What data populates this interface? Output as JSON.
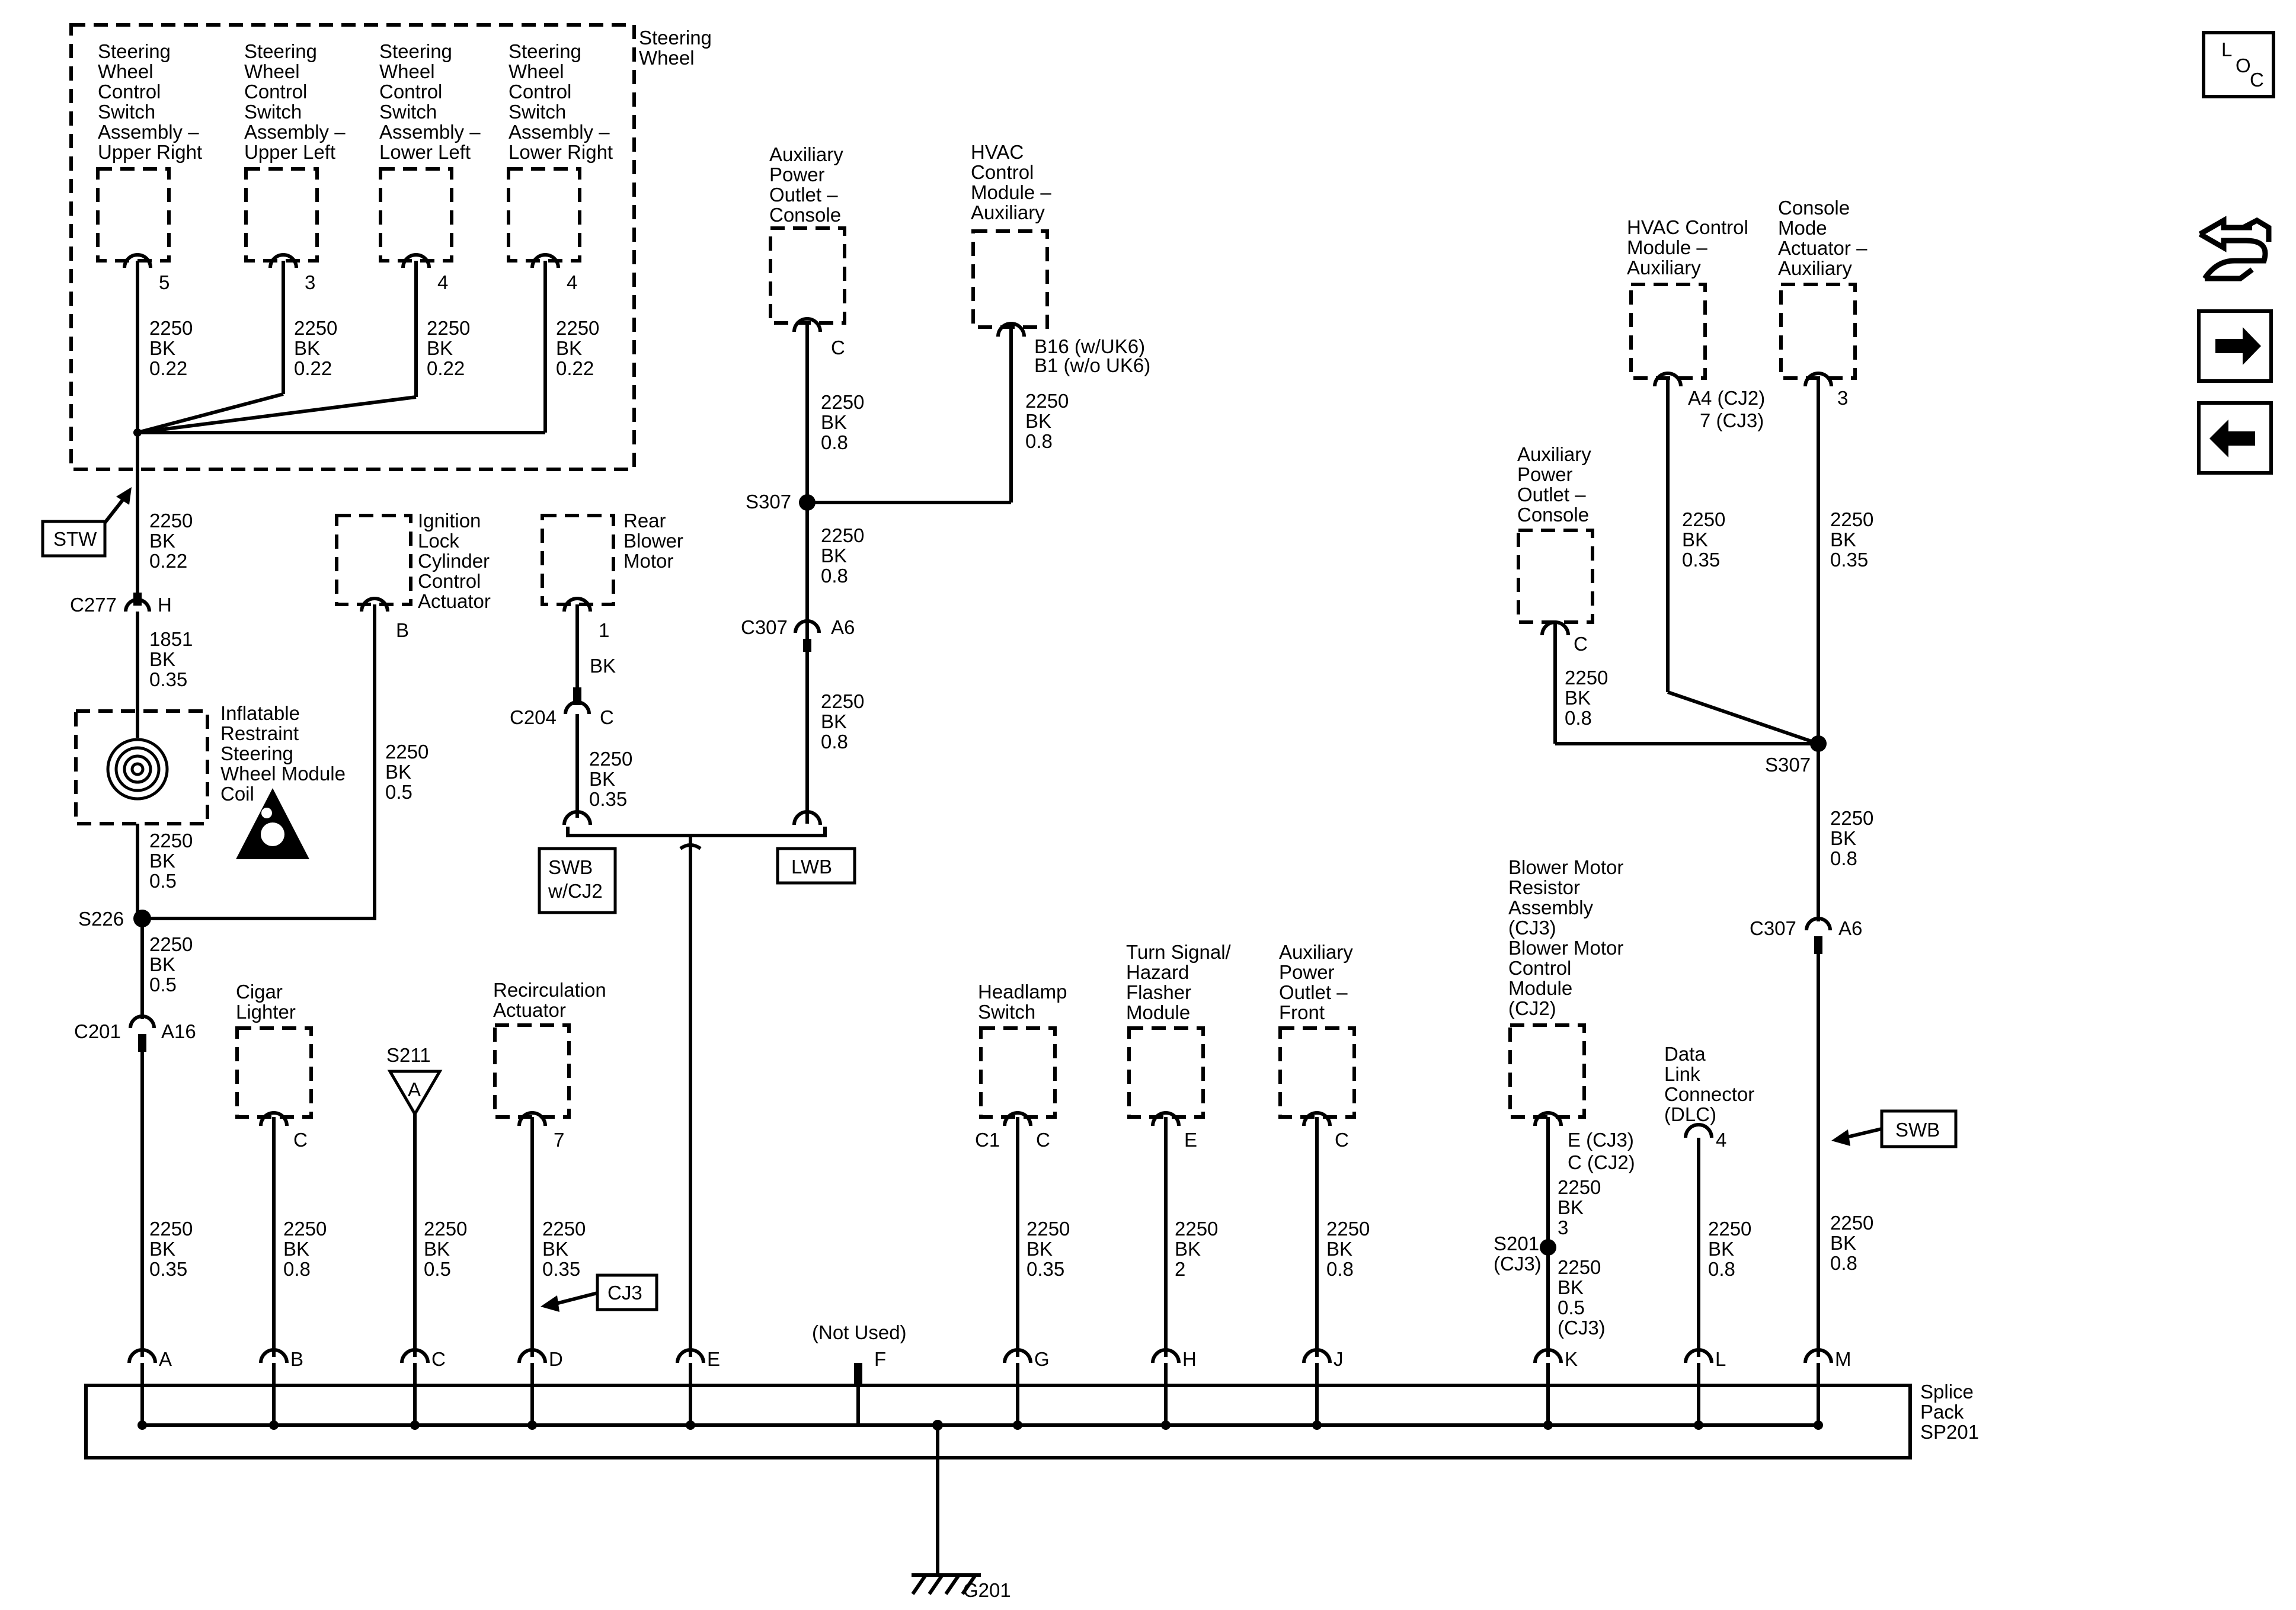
{
  "steering_wheel": {
    "label": [
      "Steering",
      "Wheel"
    ],
    "switches": [
      {
        "name": [
          "Steering",
          "Wheel",
          "Control",
          "Switch",
          "Assembly –",
          "Upper Right"
        ],
        "pin": "5"
      },
      {
        "name": [
          "Steering",
          "Wheel",
          "Control",
          "Switch",
          "Assembly –",
          "Upper Left"
        ],
        "pin": "3"
      },
      {
        "name": [
          "Steering",
          "Wheel",
          "Control",
          "Switch",
          "Assembly –",
          "Lower Left"
        ],
        "pin": "4"
      },
      {
        "name": [
          "Steering",
          "Wheel",
          "Control",
          "Switch",
          "Assembly –",
          "Lower Right"
        ],
        "pin": "4"
      }
    ],
    "switch_wire": [
      "2250",
      "BK",
      "0.22"
    ],
    "stw_tag": "STW"
  },
  "left_chain": {
    "wire_a": [
      "2250",
      "BK",
      "0.22"
    ],
    "c277": "C277",
    "c277_pin": "H",
    "wire_b": [
      "1851",
      "BK",
      "0.35"
    ],
    "airbag_coil": [
      "Inflatable",
      "Restraint",
      "Steering",
      "Wheel Module",
      "Coil"
    ],
    "wire_c": [
      "2250",
      "BK",
      "0.5"
    ],
    "s226": "S226",
    "wire_d": [
      "2250",
      "BK",
      "0.5"
    ],
    "c201": "C201",
    "c201_pin": "A16",
    "wire_e": [
      "2250",
      "BK",
      "0.35"
    ]
  },
  "ignition": {
    "name": [
      "Ignition",
      "Lock",
      "Cylinder",
      "Control",
      "Actuator"
    ],
    "pin": "B",
    "wire": [
      "2250",
      "BK",
      "0.5"
    ]
  },
  "rear_blower": {
    "name": [
      "Rear",
      "Blower",
      "Motor"
    ],
    "pin": "1",
    "wire_a": [
      "BK"
    ],
    "c204": "C204",
    "c204_pin": "C",
    "wire_b": [
      "2250",
      "BK",
      "0.35"
    ],
    "tag": [
      "SWB",
      "w/CJ2"
    ]
  },
  "aux_console_top": {
    "name": [
      "Auxiliary",
      "Power",
      "Outlet –",
      "Console"
    ],
    "pin": "C",
    "wire_a": [
      "2250",
      "BK",
      "0.8"
    ],
    "s307": "S307",
    "wire_b": [
      "2250",
      "BK",
      "0.8"
    ],
    "c307": "C307",
    "c307_pin": "A6",
    "wire_c": [
      "2250",
      "BK",
      "0.8"
    ],
    "tag": "LWB"
  },
  "hvac_top": {
    "name": [
      "HVAC",
      "Control",
      "Module –",
      "Auxiliary"
    ],
    "pins": [
      "B16 (w/UK6)",
      "B1 (w/o UK6)"
    ],
    "wire": [
      "2250",
      "BK",
      "0.8"
    ]
  },
  "right_group": {
    "hvac": {
      "name": [
        "HVAC Control",
        "Module –",
        "Auxiliary"
      ],
      "pins": [
        "A4 (CJ2)",
        "7 (CJ3)"
      ],
      "wire": [
        "2250",
        "BK",
        "0.35"
      ]
    },
    "console_mode": {
      "name": [
        "Console",
        "Mode",
        "Actuator –",
        "Auxiliary"
      ],
      "pin": "3",
      "wire": [
        "2250",
        "BK",
        "0.35"
      ]
    },
    "aux_console": {
      "name": [
        "Auxiliary",
        "Power",
        "Outlet –",
        "Console"
      ],
      "pin": "C",
      "wire": [
        "2250",
        "BK",
        "0.8"
      ]
    },
    "s307": "S307",
    "wire_a": [
      "2250",
      "BK",
      "0.8"
    ],
    "c307": "C307",
    "c307_pin": "A6",
    "wire_b": [
      "2250",
      "BK",
      "0.8"
    ],
    "swb_tag": "SWB"
  },
  "bottom": {
    "cigar": {
      "name": [
        "Cigar",
        "Lighter"
      ],
      "pin": "C",
      "wire": [
        "2250",
        "BK",
        "0.8"
      ]
    },
    "s211": {
      "name": "S211",
      "symbol": "A",
      "wire": [
        "2250",
        "BK",
        "0.5"
      ]
    },
    "recirc": {
      "name": [
        "Recirculation",
        "Actuator"
      ],
      "pin": "7",
      "wire": [
        "2250",
        "BK",
        "0.35"
      ],
      "tag": "CJ3"
    },
    "headlamp": {
      "name": [
        "Headlamp",
        "Switch"
      ],
      "conn": "C1",
      "pin": "C",
      "wire": [
        "2250",
        "BK",
        "0.35"
      ]
    },
    "turn": {
      "name": [
        "Turn Signal/",
        "Hazard",
        "Flasher",
        "Module"
      ],
      "pin": "E",
      "wire": [
        "2250",
        "BK",
        "2"
      ]
    },
    "aux_front": {
      "name": [
        "Auxiliary",
        "Power",
        "Outlet –",
        "Front"
      ],
      "pin": "C",
      "wire": [
        "2250",
        "BK",
        "0.8"
      ]
    },
    "blower": {
      "name": [
        "Blower Motor",
        "Resistor",
        "Assembly",
        "(CJ3)",
        "Blower Motor",
        "Control",
        "Module",
        "(CJ2)"
      ],
      "pins": [
        "E (CJ3)",
        "C (CJ2)"
      ],
      "wire_a": [
        "2250",
        "BK",
        "3"
      ],
      "s201": [
        "S201",
        "(CJ3)"
      ],
      "wire_b": [
        "2250",
        "BK",
        "0.5",
        "(CJ3)"
      ]
    },
    "dlc": {
      "name": [
        "Data",
        "Link",
        "Connector",
        "(DLC)"
      ],
      "pin": "4",
      "wire": [
        "2250",
        "BK",
        "0.8"
      ]
    }
  },
  "splice_pack": {
    "name": [
      "Splice",
      "Pack",
      "SP201"
    ],
    "pins": [
      "A",
      "B",
      "C",
      "D",
      "E",
      "F",
      "G",
      "H",
      "J",
      "K",
      "L",
      "M"
    ],
    "not_used": "(Not Used)"
  },
  "ground": "G201",
  "nav": {
    "loc_l": "L",
    "loc_o": "O",
    "loc_c": "C"
  }
}
